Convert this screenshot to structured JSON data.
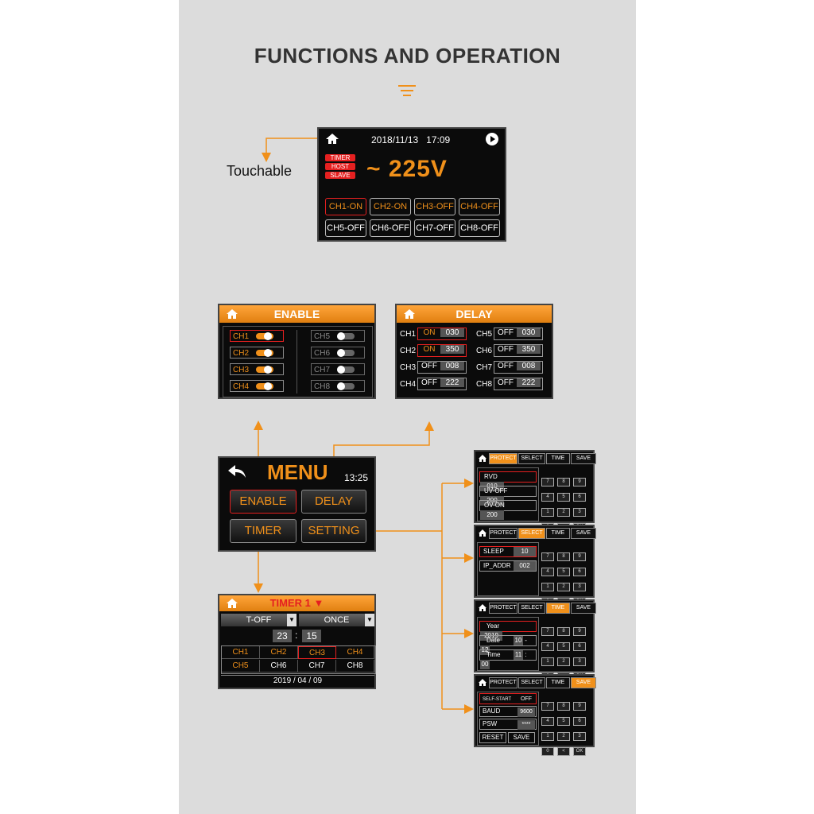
{
  "page": {
    "title": "FUNCTIONS AND OPERATION",
    "callout": "Touchable"
  },
  "colors": {
    "accent": "#f0901a",
    "panel": "#dcdcdc",
    "screen": "#0b0b0b",
    "badge": "#e52020"
  },
  "main_screen": {
    "datetime": "2018/11/13   17:09",
    "badges": [
      "TIMER",
      "HOST",
      "SLAVE"
    ],
    "voltage": "~ 225V",
    "channels": [
      "CH1-ON",
      "CH2-ON",
      "CH3-OFF",
      "CH4-OFF",
      "CH5-OFF",
      "CH6-OFF",
      "CH7-OFF",
      "CH8-OFF"
    ]
  },
  "enable_screen": {
    "title": "ENABLE",
    "channels": [
      "CH1",
      "CH2",
      "CH3",
      "CH4",
      "CH5",
      "CH6",
      "CH7",
      "CH8"
    ]
  },
  "delay_screen": {
    "title": "DELAY",
    "rows": [
      {
        "ch": "CH1",
        "state": "ON",
        "value": "030"
      },
      {
        "ch": "CH5",
        "state": "OFF",
        "value": "030"
      },
      {
        "ch": "CH2",
        "state": "ON",
        "value": "350"
      },
      {
        "ch": "CH6",
        "state": "OFF",
        "value": "350"
      },
      {
        "ch": "CH3",
        "state": "OFF",
        "value": "008"
      },
      {
        "ch": "CH7",
        "state": "OFF",
        "value": "008"
      },
      {
        "ch": "CH4",
        "state": "OFF",
        "value": "222"
      },
      {
        "ch": "CH8",
        "state": "OFF",
        "value": "222"
      }
    ]
  },
  "menu_screen": {
    "title": "MENU",
    "time": "13:25",
    "buttons": [
      "ENABLE",
      "DELAY",
      "TIMER",
      "SETTING"
    ]
  },
  "timer_screen": {
    "title": "TIMER 1",
    "mode": "T-OFF",
    "repeat": "ONCE",
    "hour": "23",
    "minute": "15",
    "channels": [
      "CH1",
      "CH2",
      "CH3",
      "CH4",
      "CH5",
      "CH6",
      "CH7",
      "CH8"
    ],
    "date": "2019 / 04 / 09"
  },
  "settings": {
    "tabs": [
      "PROTECT",
      "SELECT",
      "TIME",
      "SAVE"
    ],
    "keypad": [
      "7",
      "8",
      "9",
      "4",
      "5",
      "6",
      "1",
      "2",
      "3",
      "0",
      "<",
      "OK"
    ],
    "protect": [
      {
        "label": "RVD",
        "value": "010"
      },
      {
        "label": "UV-OFF",
        "value": "200"
      },
      {
        "label": "OV-ON",
        "value": "200"
      }
    ],
    "select": [
      {
        "label": "SLEEP",
        "value": "10"
      },
      {
        "label": "IP_ADDR",
        "value": "002"
      }
    ],
    "time": {
      "year_label": "Year",
      "year": "2019",
      "date_label": "Date",
      "month": "10",
      "day": "12",
      "time_label": "Time",
      "hh": "11",
      "mm": "00"
    },
    "save": {
      "rows": [
        {
          "label": "SELF-START",
          "value": "OFF"
        },
        {
          "label": "BAUD",
          "value": "9600"
        },
        {
          "label": "PSW",
          "value": "****"
        }
      ],
      "reset": "RESET",
      "save": "SAVE"
    }
  }
}
